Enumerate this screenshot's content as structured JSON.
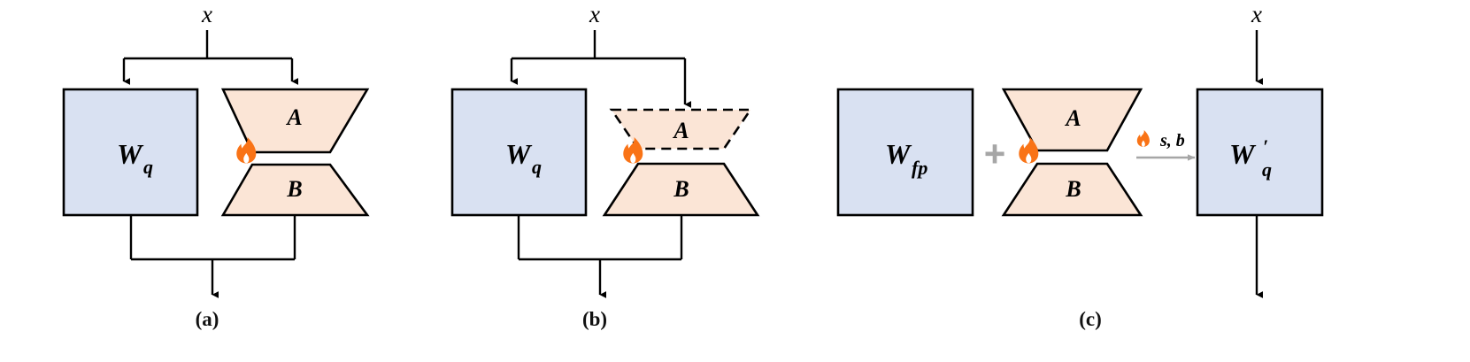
{
  "figure": {
    "title": "LoRA variants block diagram",
    "colors": {
      "weight_box_fill": "#d9e1f2",
      "adapter_fill": "#fbe5d6",
      "stroke": "#000000",
      "flame": "#f97316",
      "plus_sign": "#a6a6a6",
      "merge_arrow": "#a6a6a6"
    }
  },
  "panels": [
    {
      "id": "a",
      "caption": "(a)",
      "input_label": "x",
      "frozen_weight": "W",
      "frozen_weight_sub": "q",
      "adapter_top": "A",
      "adapter_bottom": "B",
      "trainable_icon": "flame-icon",
      "adapter_top_style": "solid",
      "adapter_bottom_style": "solid"
    },
    {
      "id": "b",
      "caption": "(b)",
      "input_label": "x",
      "frozen_weight": "W",
      "frozen_weight_sub": "q",
      "adapter_top": "A",
      "adapter_bottom": "B",
      "trainable_icon": "flame-icon",
      "adapter_top_style": "dashed",
      "adapter_bottom_style": "solid"
    },
    {
      "id": "c",
      "caption": "(c)",
      "input_label": "x",
      "base_weight": "W",
      "base_weight_sub": "fp",
      "plus_sign": "+",
      "adapter_top": "A",
      "adapter_bottom": "B",
      "trainable_icon": "flame-icon",
      "merge_label": "s, b",
      "merge_icon": "flame-icon",
      "merged_weight": "W",
      "merged_weight_prime": "′",
      "merged_weight_sub": "q"
    }
  ]
}
